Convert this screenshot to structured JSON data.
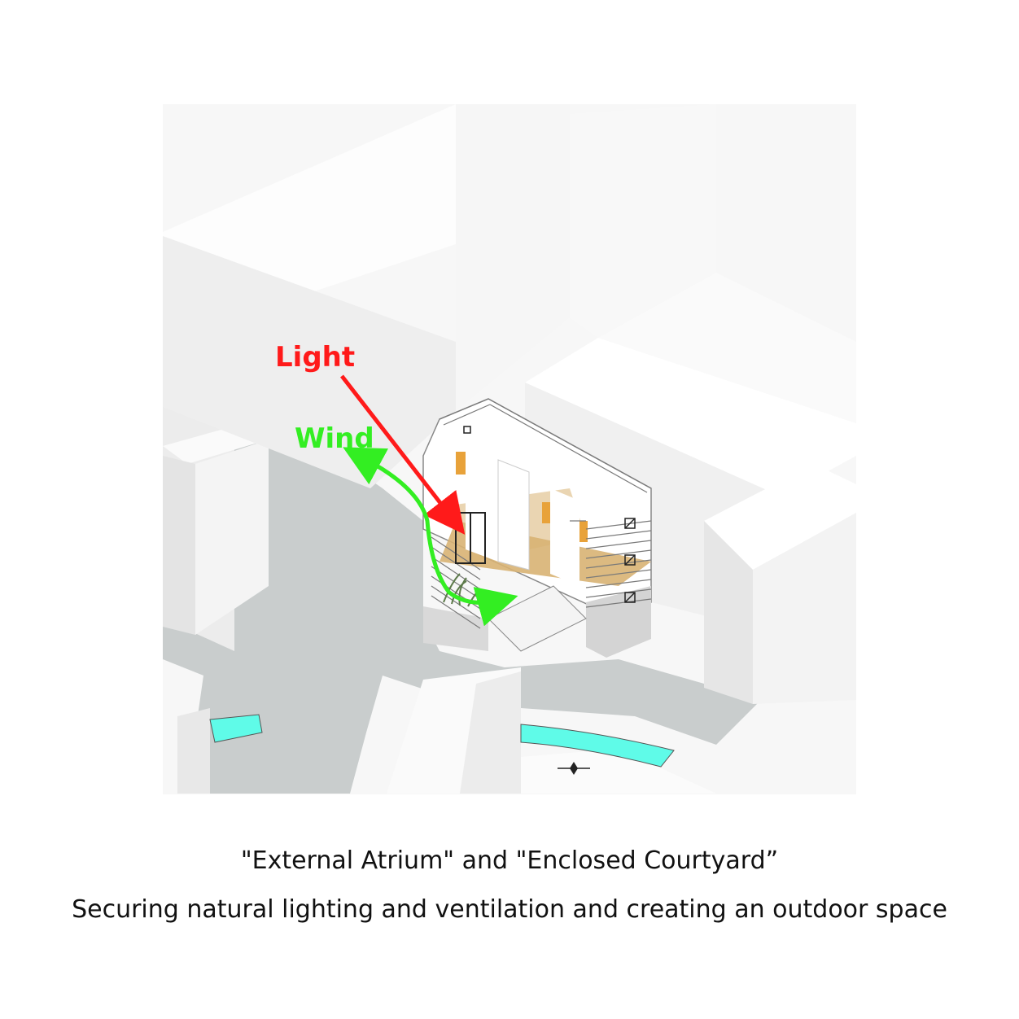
{
  "labels": {
    "light": "Light",
    "wind": "Wind"
  },
  "caption": {
    "line1": "\"External Atrium\" and \"Enclosed Courtyard”",
    "line2": "Securing natural lighting and ventilation and creating an outdoor space"
  },
  "colors": {
    "light_arrow": "#ff1a1a",
    "wind_arrow": "#33ee22",
    "water": "#5ffbe8",
    "floor_wood": "#d8b373",
    "accent_orange": "#e8a23a",
    "road": "#c9cdcd",
    "building": "#f3f3f3"
  }
}
